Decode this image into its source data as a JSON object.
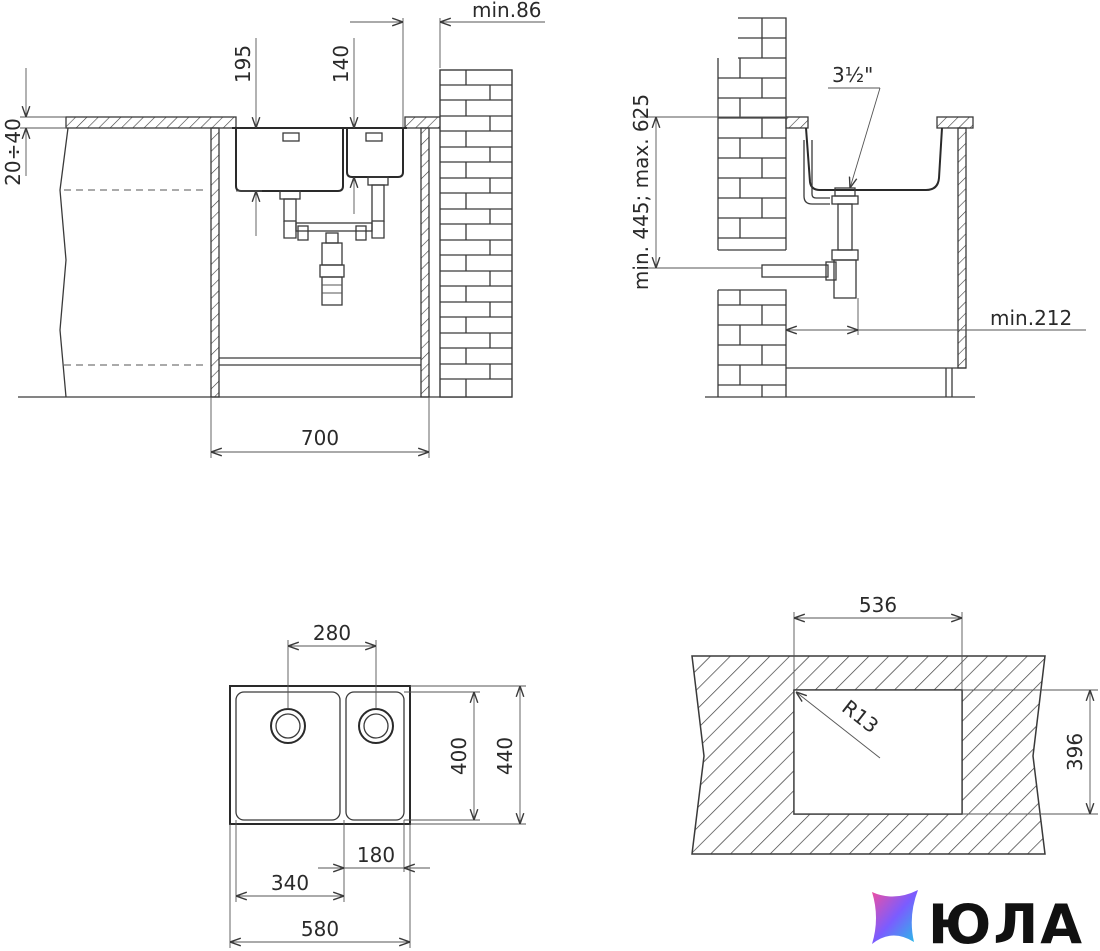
{
  "views": {
    "front": {
      "dim_top_depth": "20÷40",
      "dim_195": "195",
      "dim_140": "140",
      "dim_min86": "min.86",
      "dim_700": "700"
    },
    "side": {
      "dim_height_range": "min. 445; max. 625",
      "dim_drain": "3½\"",
      "dim_min212": "min.212"
    },
    "top": {
      "dim_280": "280",
      "dim_400": "400",
      "dim_440": "440",
      "dim_340": "340",
      "dim_180": "180",
      "dim_580": "580"
    },
    "cutout": {
      "dim_536": "536",
      "dim_396": "396",
      "dim_radius": "R13"
    }
  },
  "logo": {
    "text": "ЮЛА",
    "colors": [
      "#f04fa0",
      "#7b5cff",
      "#22c3e6"
    ]
  }
}
